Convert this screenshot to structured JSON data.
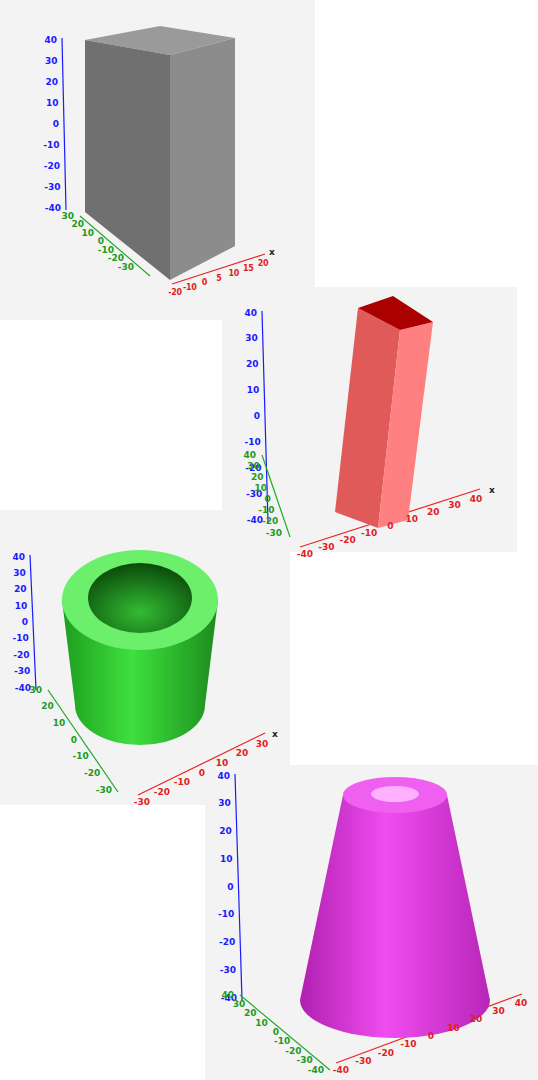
{
  "diagram": {
    "labels": [
      "40",
      "30",
      "20",
      "10",
      "0",
      "-10",
      "-20",
      "-30",
      "-40",
      "30",
      "20",
      "10",
      "0",
      "-10",
      "-20",
      "-30",
      "-20",
      "-10",
      "0",
      "5",
      "10",
      "15",
      "20",
      "x",
      "40",
      "30",
      "20",
      "10",
      "0",
      "-10",
      "-20",
      "-30",
      "-40",
      "40",
      "30",
      "20",
      "10",
      "0",
      "-10",
      "-20",
      "-30",
      "-40",
      "-30",
      "-20",
      "-10",
      "0",
      "10",
      "20",
      "30",
      "40",
      "x",
      "40",
      "30",
      "20",
      "10",
      "0",
      "-10",
      "-20",
      "-30",
      "-40",
      "30",
      "20",
      "10",
      "0",
      "-10",
      "-20",
      "-30",
      "-30",
      "-20",
      "-10",
      "0",
      "10",
      "20",
      "30",
      "x",
      "40",
      "30",
      "20",
      "10",
      "0",
      "-10",
      "-20",
      "-30",
      "-40",
      "40",
      "30",
      "20",
      "10",
      "0",
      "-10",
      "-20",
      "-30",
      "-40",
      "-40",
      "-30",
      "-20",
      "-10",
      "0",
      "10",
      "20",
      "30",
      "40"
    ]
  }
}
